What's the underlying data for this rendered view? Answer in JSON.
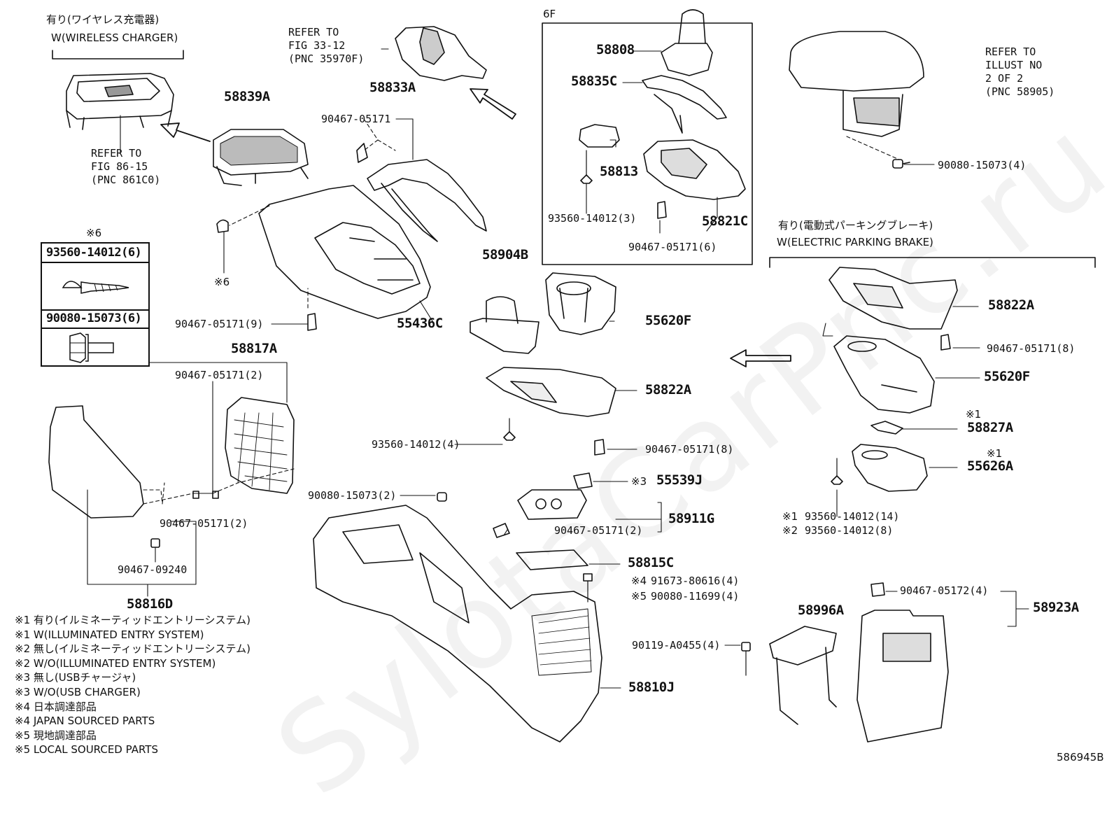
{
  "watermark": "SylotaCarPnc.ru",
  "figure_code": "586945B",
  "groups": {
    "wireless_jp": "有り(ワイヤレス充電器)",
    "wireless_en": "W(WIRELESS CHARGER)",
    "sixf": "6F",
    "epb_jp": "有り(電動式パーキングブレーキ)",
    "epb_en": "W(ELECTRIC PARKING BRAKE)",
    "mark6": "※6",
    "mark6b": "※6"
  },
  "refs": {
    "fig86": "REFER TO\nFIG 86-15\n(PNC 861C0)",
    "fig33": "REFER TO\nFIG 33-12\n(PNC 35970F)",
    "illust": "REFER TO\nILLUST NO\n2 OF 2\n(PNC 58905)"
  },
  "box6": {
    "top_part": "93560-14012(6)",
    "bottom_part": "90080-15073(6)"
  },
  "parts": {
    "p58839A": "58839A",
    "p58833A": "58833A",
    "p90467_05171_a": "90467-05171",
    "p58808": "58808",
    "p58835C": "58835C",
    "p58813": "58813",
    "p93560_14012_3": "93560-14012(3)",
    "p58821C": "58821C",
    "p90467_05171_6": "90467-05171(6)",
    "p90080_15073_4": "90080-15073(4)",
    "p58904B": "58904B",
    "p55436C": "55436C",
    "p90467_05171_9": "90467-05171(9)",
    "p58817A": "58817A",
    "p90467_05171_2a": "90467-05171(2)",
    "p55620F_a": "55620F",
    "p58822A_a": "58822A",
    "p93560_14012_4": "93560-14012(4)",
    "p90467_05171_8a": "90467-05171(8)",
    "p55539J": "55539J",
    "m55539J": "※3",
    "p90080_15073_2": "90080-15073(2)",
    "p58911G": "58911G",
    "p90467_05171_2b": "90467-05171(2)",
    "p90467_05171_2c": "90467-05171(2)",
    "p90467_09240": "90467-09240",
    "p58816D": "58816D",
    "p58815C": "58815C",
    "p91673": "91673-80616(4)",
    "m91673": "※4",
    "p90080_11699": "90080-11699(4)",
    "m90080_11699": "※5",
    "p90119": "90119-A0455(4)",
    "p58810J": "58810J",
    "p58996A": "58996A",
    "p90467_05172": "90467-05172(4)",
    "p58923A": "58923A",
    "p58822A_b": "58822A",
    "p90467_05171_8b": "90467-05171(8)",
    "p55620F_b": "55620F",
    "p58827A": "58827A",
    "m58827A": "※1",
    "p55626A": "55626A",
    "m55626A": "※1",
    "p93560_14012_14": "93560-14012(14)",
    "m93560_14": "※1",
    "p93560_14012_8": "93560-14012(8)",
    "m93560_8": "※2"
  },
  "notes": [
    "※1 有り(イルミネーティッドエントリーシステム)",
    "※1 W(ILLUMINATED ENTRY SYSTEM)",
    "※2 無し(イルミネーティッドエントリーシステム)",
    "※2 W/O(ILLUMINATED ENTRY SYSTEM)",
    "※3 無し(USBチャージャ)",
    "※3 W/O(USB CHARGER)",
    "※4 日本調達部品",
    "※4 JAPAN SOURCED PARTS",
    "※5 現地調達部品",
    "※5 LOCAL SOURCED PARTS"
  ]
}
